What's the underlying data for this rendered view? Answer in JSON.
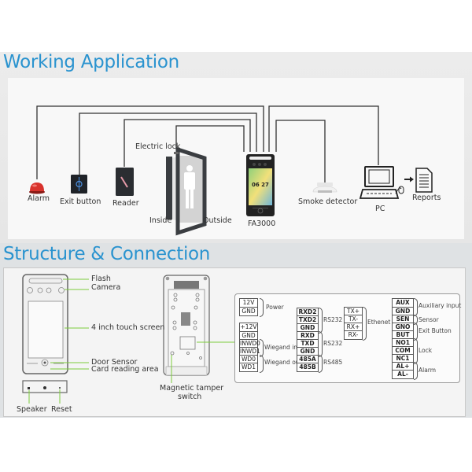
{
  "sections": {
    "working_application": {
      "title": "Working Application",
      "devices": {
        "alarm": "Alarm",
        "exit_button": "Exit button",
        "reader": "Reader",
        "electric_lock": "Electric lock",
        "inside": "Inside",
        "outside": "Outside",
        "terminal": "FA3000",
        "terminal_screen_time": "06 27",
        "smoke_detector": "Smoke detector",
        "pc": "PC",
        "reports": "Reports"
      }
    },
    "structure_connection": {
      "title": "Structure & Connection",
      "front_labels": {
        "flash": "Flash",
        "camera": "Camera",
        "screen": "4 inch touch screen",
        "door_sensor": "Door Sensor",
        "card_area": "Card reading area",
        "speaker": "Speaker",
        "reset": "Reset"
      },
      "back_labels": {
        "tamper_line1": "Magnetic tamper",
        "tamper_line2": "switch"
      },
      "terminal_groups": {
        "col1": [
          {
            "name": "Power",
            "pins": [
              "12V",
              "GND"
            ]
          },
          {
            "name": "Wiegand in",
            "pins": [
              "+12V",
              "GND",
              "INWD0",
              "INWD1"
            ]
          },
          {
            "name": "Wiegand out",
            "pins": [
              "WD0",
              "WD1"
            ]
          }
        ],
        "col2": [
          {
            "name": "RS232",
            "pins": [
              "RXD2",
              "TXD2",
              "GND"
            ]
          },
          {
            "name": "RS232",
            "pins": [
              "RXD",
              "TXD",
              "GND"
            ]
          },
          {
            "name": "RS485",
            "pins": [
              "485A",
              "485B"
            ]
          }
        ],
        "col3": [
          {
            "name": "Ethenet",
            "pins": [
              "TX+",
              "TX-",
              "RX+",
              "RX-"
            ]
          }
        ],
        "col4": [
          {
            "name": "Auxiliary input",
            "pins": [
              "AUX",
              "GND"
            ]
          },
          {
            "name": "Sensor",
            "pins": [
              "SEN"
            ]
          },
          {
            "name": "Exit Button",
            "pins": [
              "GNO",
              "BUT"
            ]
          },
          {
            "name": "Lock",
            "pins": [
              "NO1",
              "COM",
              "NC1"
            ]
          },
          {
            "name": "Alarm",
            "pins": [
              "AL+",
              "AL-"
            ]
          }
        ]
      }
    }
  },
  "colors": {
    "title_blue": "#2a93cf",
    "callout_green": "#7ccc3c",
    "alarm_red": "#d8322c"
  }
}
